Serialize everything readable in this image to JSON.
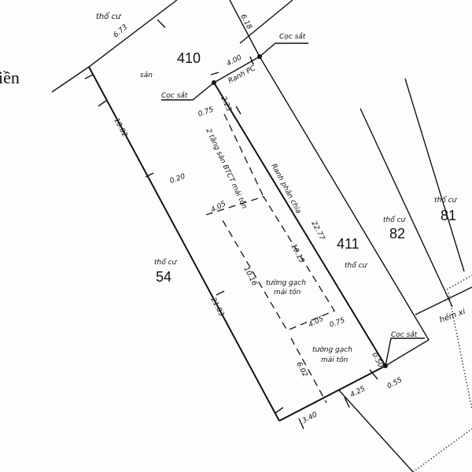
{
  "left_fragment": "iền",
  "parcels": [
    {
      "number": "410",
      "label": "sân"
    },
    {
      "number": "411",
      "label": "thổ cư"
    },
    {
      "number": "82",
      "label": "thổ cư"
    },
    {
      "number": "81",
      "label": "thổ cư"
    },
    {
      "number": "54",
      "label": "thổ cư"
    }
  ],
  "top_left_label": "thổ cư",
  "markers": {
    "coc_sat": "Cọc sắt",
    "ranh_pc": "Ranh PC",
    "ranh_phan_chia": "Ranh phân chia"
  },
  "buildings": {
    "upper": "2 tầng sàn BTCT mái tôn",
    "middle_line1": "tường gạch",
    "middle_line2": "mái tôn",
    "lower_line1": "tường gạch",
    "lower_line2": "mái tôn"
  },
  "alley": "hẻm xi",
  "dimensions": {
    "top_left": "6.73",
    "top_right": "6.18",
    "ranh_pc": "4.00",
    "d223": "2.23",
    "d075a": "0.75",
    "left_upper": "10.02",
    "d020": "0.20",
    "ranh_len": "22.77",
    "d405a": "4.05",
    "d1015": "10.15",
    "d1016": "10.16",
    "left_lower": "21.03",
    "d405b": "4.05",
    "d075b": "0.75",
    "d602": "6.02",
    "d050": "0.50",
    "d055": "0.55",
    "d425": "4.25",
    "d340": "3.40"
  }
}
